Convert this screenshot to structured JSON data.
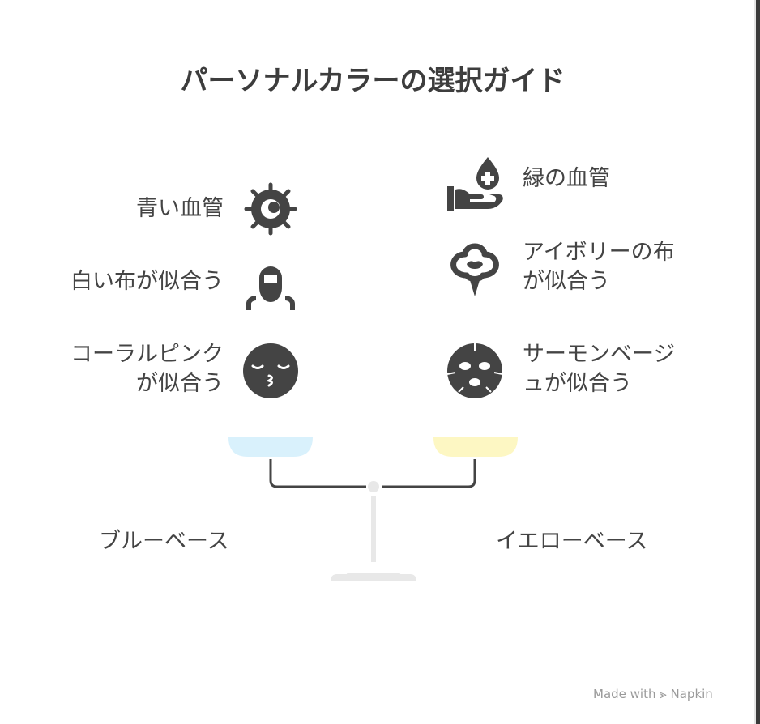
{
  "title": "パーソナルカラーの選択ガイド",
  "left": {
    "base": "ブルーベース",
    "items": [
      {
        "label": "青い血管",
        "icon": "virus-icon"
      },
      {
        "label": "白い布が似合う",
        "icon": "bearded-man-icon"
      },
      {
        "label_line1": "コーラルピンク",
        "label_line2": "が似合う",
        "icon": "kissing-face-icon"
      }
    ]
  },
  "right": {
    "base": "イエローベース",
    "items": [
      {
        "label": "緑の血管",
        "icon": "blood-drop-hand-icon"
      },
      {
        "label_line1": "アイボリーの布",
        "label_line2": "が似合う",
        "icon": "cotton-icon"
      },
      {
        "label_line1": "サーモンベージ",
        "label_line2": "ュが似合う",
        "icon": "face-mask-icon"
      }
    ]
  },
  "colors": {
    "blue_pan": "#d9f1fc",
    "yellow_pan": "#fdf7c3",
    "icon": "#444444",
    "stand": "#e8e8e8"
  },
  "credit": "Made with",
  "credit_brand": "Napkin"
}
